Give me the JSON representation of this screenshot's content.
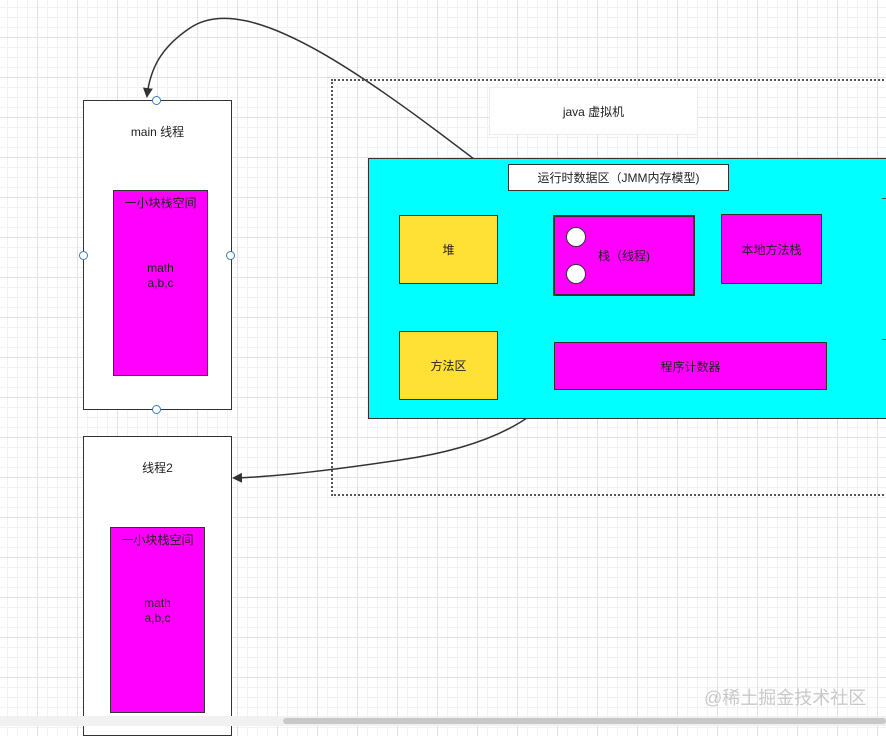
{
  "diagram": {
    "main_thread": {
      "title": "main 线程",
      "stack_block": {
        "title": "一小块栈空间",
        "method": "math",
        "vars": "a,b,c"
      }
    },
    "thread2": {
      "title": "线程2",
      "stack_block": {
        "title": "一小块栈空间",
        "method": "math",
        "vars": "a,b,c"
      }
    },
    "jvm": {
      "title": "java 虚拟机",
      "runtime_area": {
        "title": "运行时数据区（JMM内存模型)",
        "heap": "堆",
        "stack": "栈（线程)",
        "native_stack": "本地方法栈",
        "method_area": "方法区",
        "pc_register": "程序计数器"
      }
    },
    "colors": {
      "magenta": "#ff00ff",
      "cyan": "#00ffff",
      "yellow": "#ffe135",
      "handle": "#3a7ab8"
    }
  },
  "watermark": "@稀土掘金技术社区"
}
